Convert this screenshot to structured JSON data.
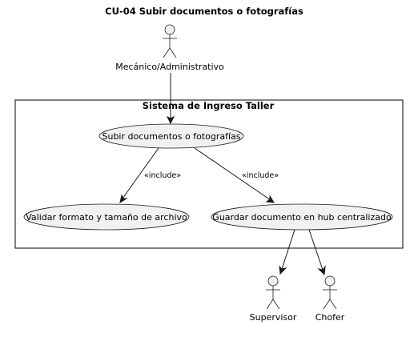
{
  "diagram": {
    "title": "CU-04 Subir documentos o fotografías",
    "system": {
      "name": "Sistema de Ingreso Taller"
    },
    "actors": {
      "mecanico": "Mecánico/Administrativo",
      "supervisor": "Supervisor",
      "chofer": "Chofer"
    },
    "use_cases": {
      "subir": "Subir documentos o fotografías",
      "validar": "Validar formato y tamaño de archivo",
      "guardar": "Guardar documento en hub centralizado"
    },
    "relations": {
      "include_validar": "«include»",
      "include_guardar": "«include»"
    }
  }
}
